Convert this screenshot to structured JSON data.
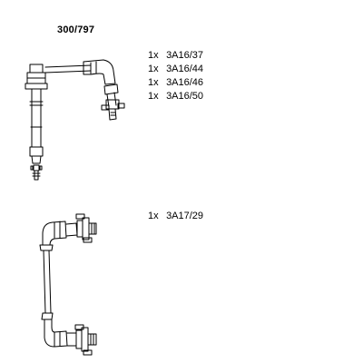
{
  "title": "300/797",
  "groups": [
    {
      "items": [
        {
          "qty": "1x",
          "code": "3A16/37"
        },
        {
          "qty": "1x",
          "code": "3A16/44"
        },
        {
          "qty": "1x",
          "code": "3A16/46"
        },
        {
          "qty": "1x",
          "code": "3A16/50"
        }
      ]
    },
    {
      "items": [
        {
          "qty": "1x",
          "code": "3A17/29"
        }
      ]
    }
  ]
}
